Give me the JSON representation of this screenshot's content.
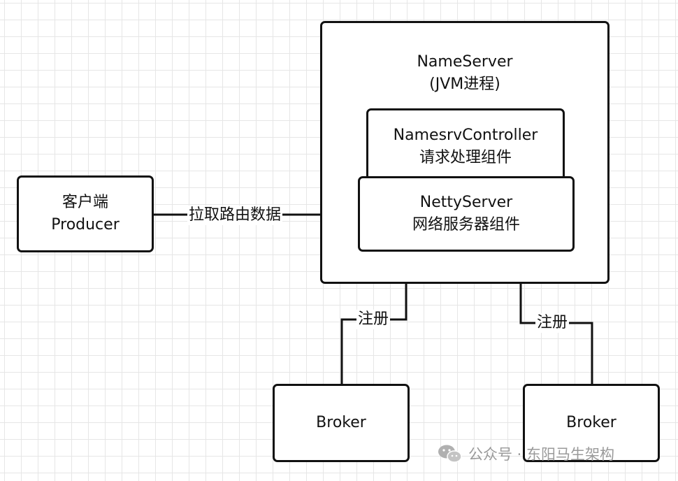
{
  "nameserver": {
    "title": "NameServer",
    "subtitle": "(JVM进程)"
  },
  "controller": {
    "title": "NamesrvController",
    "subtitle": "请求处理组件"
  },
  "netty": {
    "title": "NettyServer",
    "subtitle": "网络服务器组件"
  },
  "client": {
    "title": "客户端",
    "subtitle": "Producer"
  },
  "brokers": [
    {
      "label": "Broker"
    },
    {
      "label": "Broker"
    }
  ],
  "edges": {
    "fetch_label": "拉取路由数据",
    "register_label_1": "注册",
    "register_label_2": "注册"
  },
  "watermark": {
    "text": "公众号 · 东阳马生架构",
    "icon": "wechat-icon"
  }
}
